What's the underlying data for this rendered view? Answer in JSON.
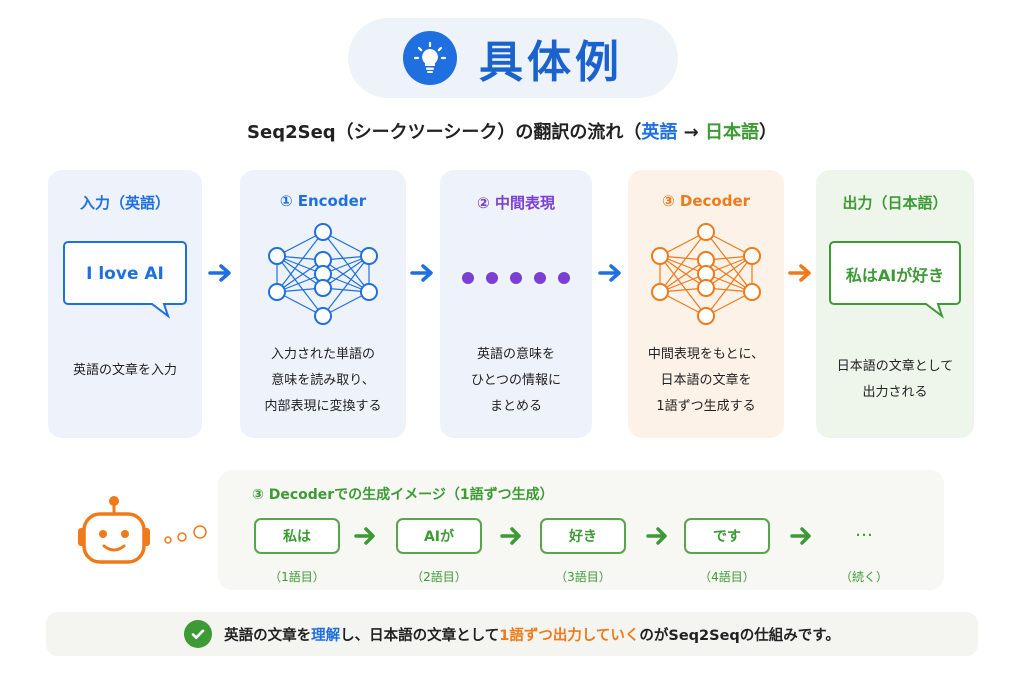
{
  "title": "具体例",
  "subtitle": {
    "prefix": "Seq2Seq（シークツーシーク）の翻訳の流れ（",
    "src_lang": "英語",
    "arrow": " → ",
    "tgt_lang": "日本語",
    "suffix": "）"
  },
  "stages": [
    {
      "heading": "入力（英語）",
      "bubble_text": "I love AI",
      "desc": [
        "英語の文章を入力"
      ]
    },
    {
      "heading": "① Encoder",
      "desc": [
        "入力された単語の",
        "意味を読み取り、",
        "内部表現に変換する"
      ]
    },
    {
      "heading": "② 中間表現",
      "desc": [
        "英語の意味を",
        "ひとつの情報に",
        "まとめる"
      ]
    },
    {
      "heading": "③ Decoder",
      "desc": [
        "中間表現をもとに、",
        "日本語の文章を",
        "1語ずつ生成する"
      ]
    },
    {
      "heading": "出力（日本語）",
      "bubble_text": "私はAIが好き",
      "desc": [
        "日本語の文章として",
        "出力される"
      ]
    }
  ],
  "generation": {
    "title": "③ Decoderでの生成イメージ（1語ずつ生成）",
    "tokens": [
      {
        "text": "私は",
        "label": "（1語目）"
      },
      {
        "text": "AIが",
        "label": "（2語目）"
      },
      {
        "text": "好き",
        "label": "（3語目）"
      },
      {
        "text": "です",
        "label": "（4語目）"
      }
    ],
    "ellipsis": "…",
    "ellipsis_label": "（続く）"
  },
  "footer": {
    "part1": "英語の文章を",
    "part2": "理解",
    "part3": "し、日本語の文章として",
    "part4": "1語ずつ出力していく",
    "part5": "のがSeq2Seqの仕組みです。"
  },
  "colors": {
    "blue": "#1f6fe0",
    "purple": "#7b3fd4",
    "orange": "#f07a1a",
    "green": "#3d9a34"
  },
  "icons": [
    "lightbulb-icon",
    "neural-network-icon",
    "robot-icon",
    "check-icon",
    "arrow-right-icon"
  ]
}
